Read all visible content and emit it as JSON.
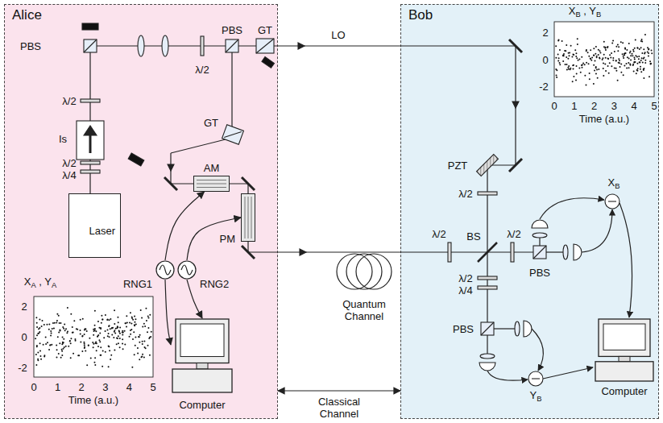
{
  "diagram": {
    "nodes": [
      {
        "text": [
          "Alice"
        ]
      },
      {
        "text": [
          "Bob"
        ]
      },
      {
        "text": [
          "Laser"
        ],
        "in": 0
      },
      {
        "text": [
          "AM"
        ],
        "in": 0
      },
      {
        "text": [
          "PM"
        ],
        "in": 0
      },
      {
        "text": [
          "RNG1"
        ],
        "in": 0
      },
      {
        "text": [
          "RNG2"
        ],
        "in": 0
      },
      {
        "text": [
          "Computer"
        ],
        "in": 0
      },
      {
        "text": [
          "Computer"
        ],
        "in": 1
      }
    ],
    "edges": [
      {
        "from": 0,
        "to": 1,
        "arrow": "both",
        "label": "Classical Channel"
      },
      {
        "from": 5,
        "to": 3,
        "arrow": "to"
      },
      {
        "from": 6,
        "to": 4,
        "arrow": "to"
      },
      {
        "from": 5,
        "to": 7,
        "arrow": "to"
      },
      {
        "from": 6,
        "to": 7,
        "arrow": "to"
      }
    ],
    "labels": [
      "PBS",
      "λ/2",
      "Is",
      "λ/2",
      "λ/4",
      "PBS",
      "λ/2",
      "GT",
      "GT",
      "XA , YA",
      "2",
      "0",
      "-2",
      "0",
      "1",
      "2",
      "3",
      "4",
      "5",
      "Time (a.u.)",
      "LO",
      "Quantum Channel",
      "XB , YB",
      "2",
      "0",
      "-2",
      "0",
      "1",
      "2",
      "3",
      "4",
      "5",
      "Time (a.u.)",
      "PZT",
      "λ/2",
      "λ/2",
      "BS",
      "λ/2",
      "λ/2",
      "λ/4",
      "PBS",
      "PBS",
      "XB",
      "YB"
    ]
  }
}
